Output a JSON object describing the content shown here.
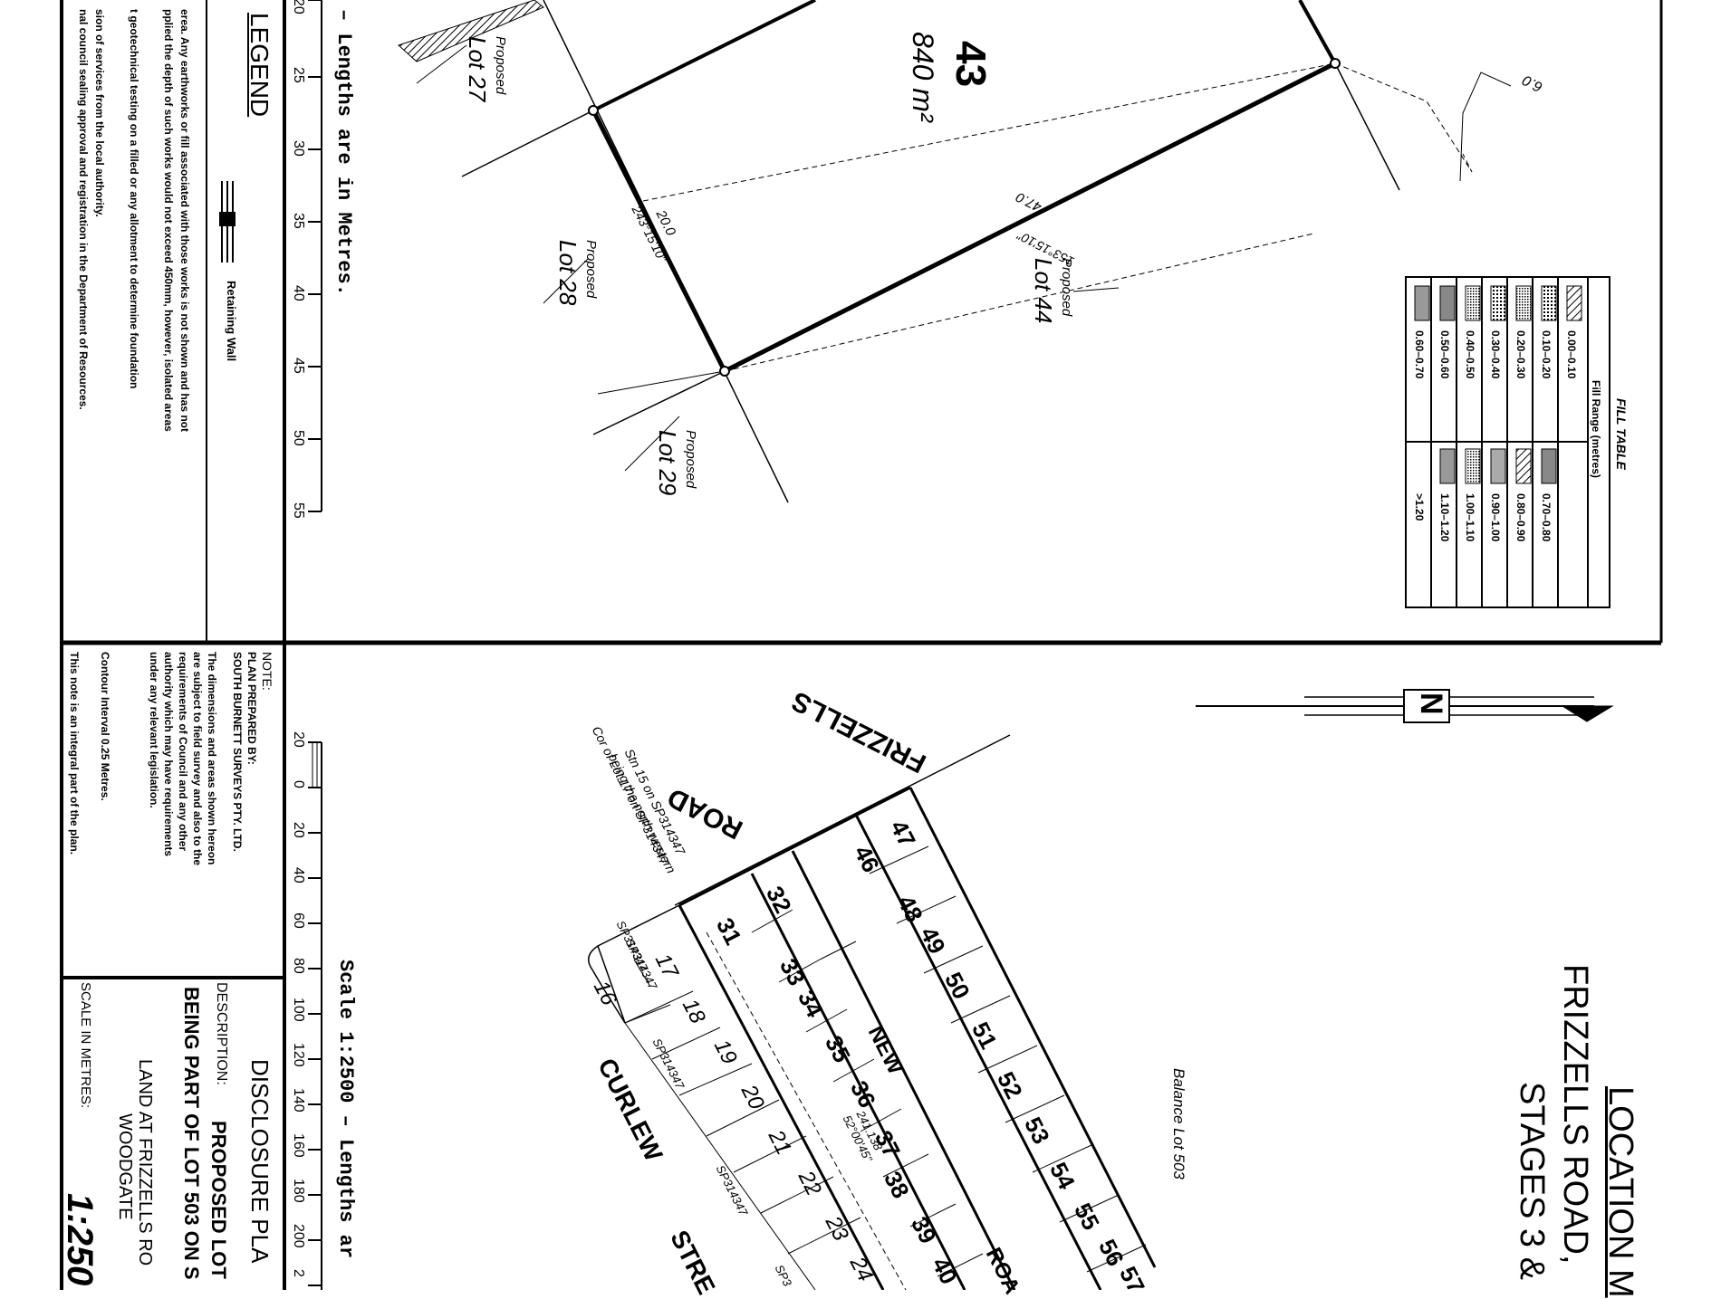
{
  "top_panel": {
    "legend_title": "LEGEND",
    "retaining_wall_label": "Retaining Wall",
    "scale_ticks": [
      "20",
      "25",
      "30",
      "35",
      "40",
      "45",
      "50",
      "55"
    ],
    "lengths_note": "– Lengths are in Metres.",
    "notes_lines": [
      "erea. Any earthworks or fill associated with those works is not shown and has not",
      "pplied the depth of such works would not exceed 450mm, however, isolated areas",
      "t geotechnical testing on a filled or any allotment to determine foundation",
      "sion of services from the local authority.",
      "nal council sealing approval and registration in the Department of Resources."
    ],
    "lot_number": "43",
    "lot_area": "840 m²",
    "dimension_a": "20.0",
    "bearing_a": "243°15'10\"",
    "dimension_b": "47.0",
    "bearing_b": "153°15'10\"",
    "contour_label": "6.0",
    "proposed_lots": [
      {
        "word": "Proposed",
        "lot": "Lot 27"
      },
      {
        "word": "Proposed",
        "lot": "Lot 28"
      },
      {
        "word": "Proposed",
        "lot": "Lot 44"
      },
      {
        "word": "Proposed",
        "lot": "Lot 29"
      }
    ],
    "fill_table": {
      "title": "FILL TABLE",
      "header": "Fill Range (metres)",
      "left_ranges": [
        "0.00–0.10",
        "0.10–0.20",
        "0.20–0.30",
        "0.30–0.40",
        "0.40–0.50",
        "0.50–0.60",
        "0.60–0.70"
      ],
      "right_ranges": [
        "0.70–0.80",
        "0.80–0.90",
        "0.90–1.00",
        "1.00–1.10",
        "1.10–1.20",
        ">1.20"
      ]
    }
  },
  "bottom_panel": {
    "note_title": "NOTE:",
    "plan_prepared_by": "PLAN PREPARED BY:",
    "company": "SOUTH BURNETT SURVEYS PTY. LTD.",
    "note_lines": [
      "The dimensions and areas shown hereon",
      "are subject to field survey and also to the",
      "requirements of Council and any other",
      "authority which may have requirements",
      "under any relevant legislation."
    ],
    "contour_interval": "Contour Interval 0.25 Metres.",
    "integral_note": "This note is an integral part of the plan.",
    "plan_title": "DISCLOSURE PLA",
    "description_label": "DESCRIPTION:",
    "description_line1": "PROPOSED LOT",
    "description_line2": "BEING PART OF LOT 503 ON S",
    "land_at": "LAND AT FRIZZELLS RO",
    "locality": "WOODGATE",
    "scale_label": "SCALE IN METRES:",
    "scale_value": "1:250",
    "scale_ticks": [
      "20",
      "0",
      "20",
      "40",
      "60",
      "80",
      "100",
      "120",
      "140",
      "160",
      "180",
      "200",
      "2"
    ],
    "scale_note": "Scale 1:2500 – Lengths ar",
    "location_title": "LOCATION M",
    "location_road": "FRIZZELLS ROAD,",
    "location_stages": "STAGES 3 &",
    "north_label": "N",
    "balance_lot": "Balance Lot 503",
    "frizzells_label": "FRIZZELLS",
    "road_label": "ROAD",
    "new_label": "NEW",
    "road2_label": "ROA",
    "curlew_label": "CURLEW",
    "street_label": "STRE",
    "stn_note_line1": "Stn 15 on SP314347",
    "stn_note_line2": "being the north western",
    "stn_note_line3": "Cor of Lot 17 on SP314347",
    "dim_241": "241.138",
    "brg_241": "52°00'45\"",
    "sp_labels": [
      "SP314347",
      "SP314347",
      "SP314347",
      "SP314347",
      "SP3"
    ],
    "small_lots": [
      "16",
      "17",
      "18",
      "19",
      "20",
      "21",
      "22",
      "23",
      "24"
    ],
    "row_a": [
      "31",
      "32",
      "33",
      "34",
      "35",
      "36",
      "37",
      "38",
      "39",
      "40"
    ],
    "row_b": [
      "46",
      "47",
      "48",
      "49",
      "50",
      "51",
      "52",
      "53",
      "54",
      "55",
      "56",
      "57"
    ]
  }
}
